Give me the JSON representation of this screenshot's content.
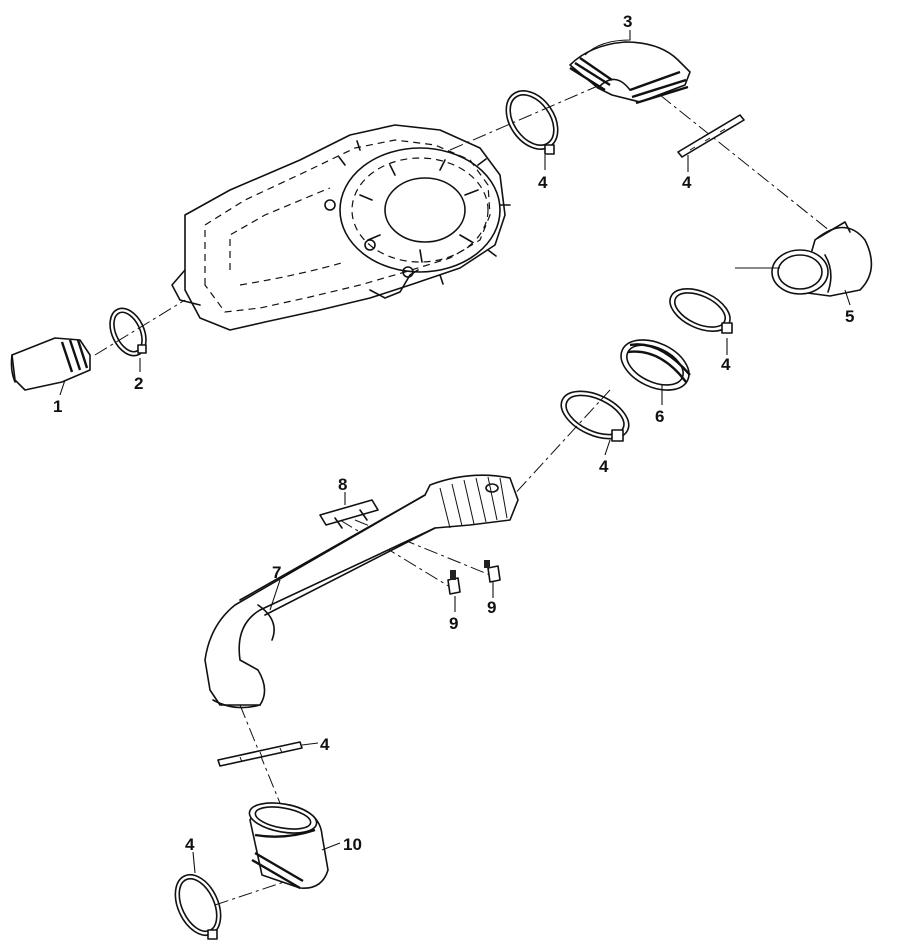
{
  "callouts": {
    "c1": "1",
    "c2": "2",
    "c3": "3",
    "c4a": "4",
    "c4b": "4",
    "c4c": "4",
    "c4d": "4",
    "c4e": "4",
    "c4f": "4",
    "c5": "5",
    "c6": "6",
    "c7": "7",
    "c8": "8",
    "c9a": "9",
    "c9b": "9",
    "c10": "10"
  }
}
